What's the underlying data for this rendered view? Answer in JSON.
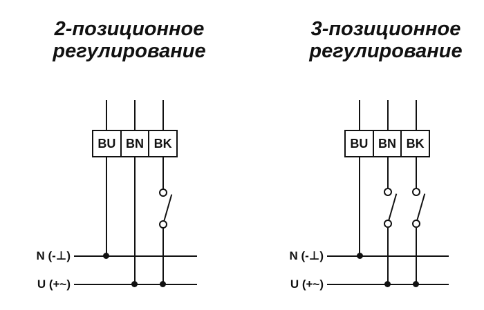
{
  "colors": {
    "background": "#ffffff",
    "line": "#111111",
    "text": "#111111"
  },
  "diagrams": [
    {
      "title_line1": "2-позиционное",
      "title_line2": "регулирование",
      "terminals": [
        "BU",
        "BN",
        "BK"
      ],
      "bus_labels": {
        "n": "N (-⊥)",
        "u": "U (+~)"
      },
      "switched_wires": [
        "BK"
      ]
    },
    {
      "title_line1": "3-позиционное",
      "title_line2": "регулирование",
      "terminals": [
        "BU",
        "BN",
        "BK"
      ],
      "bus_labels": {
        "n": "N (-⊥)",
        "u": "U (+~)"
      },
      "switched_wires": [
        "BN",
        "BK"
      ]
    }
  ]
}
